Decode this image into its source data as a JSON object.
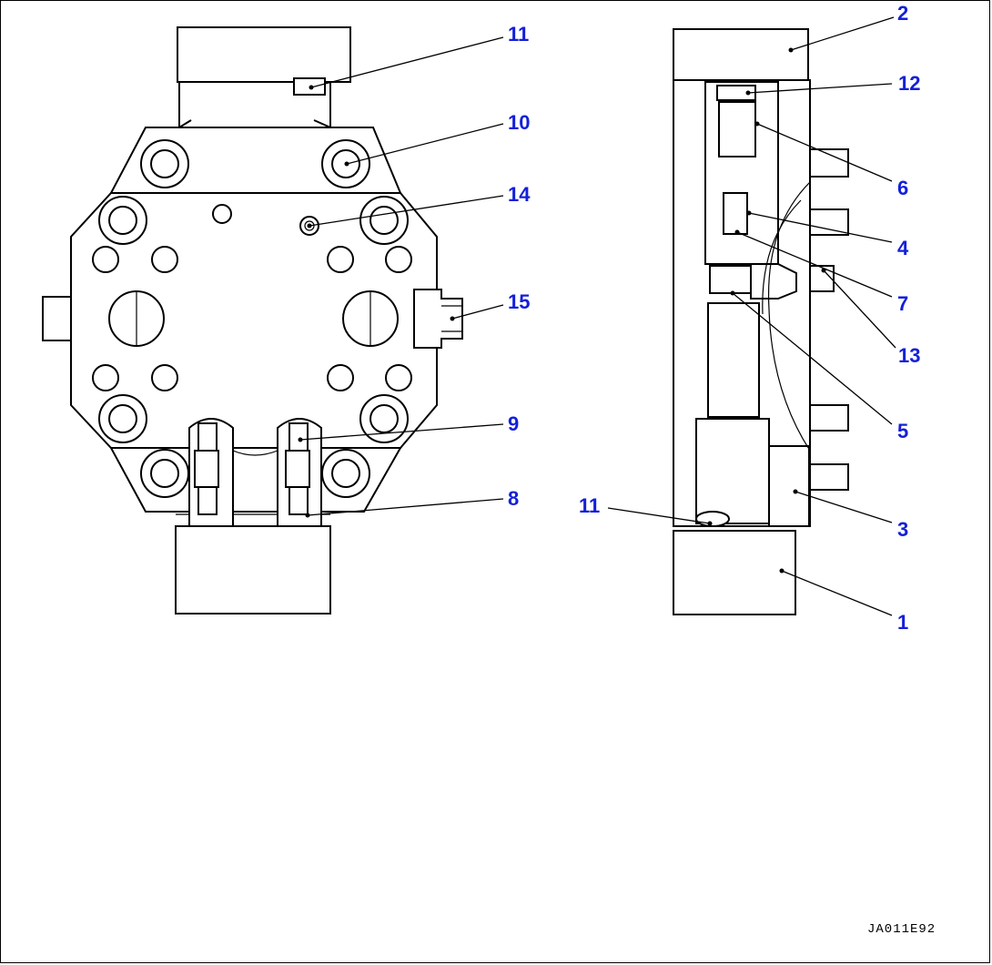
{
  "callouts": {
    "front_view": [
      {
        "id": "callout-11-top",
        "text": "11"
      },
      {
        "id": "callout-10",
        "text": "10"
      },
      {
        "id": "callout-14",
        "text": "14"
      },
      {
        "id": "callout-15",
        "text": "15"
      },
      {
        "id": "callout-9",
        "text": "9"
      },
      {
        "id": "callout-8",
        "text": "8"
      }
    ],
    "side_view": [
      {
        "id": "callout-2",
        "text": "2"
      },
      {
        "id": "callout-12",
        "text": "12"
      },
      {
        "id": "callout-6",
        "text": "6"
      },
      {
        "id": "callout-4",
        "text": "4"
      },
      {
        "id": "callout-7",
        "text": "7"
      },
      {
        "id": "callout-13",
        "text": "13"
      },
      {
        "id": "callout-5",
        "text": "5"
      },
      {
        "id": "callout-11-bottom",
        "text": "11"
      },
      {
        "id": "callout-3",
        "text": "3"
      },
      {
        "id": "callout-1",
        "text": "1"
      }
    ]
  },
  "drawing_code": "JA011E92",
  "colors": {
    "callout": "#1420d8",
    "line": "#000000",
    "background": "#ffffff"
  }
}
